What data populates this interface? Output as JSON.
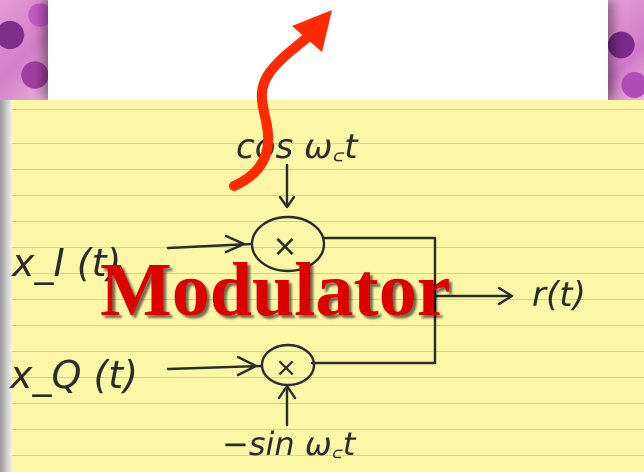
{
  "diagram": {
    "title": "Modulator",
    "carrier_top": "cos ω꜀t",
    "carrier_bottom": "−sin ω꜀t",
    "input_i": "x_I (t)",
    "input_q": "x_Q (t)",
    "output": "r(t)",
    "multiply_symbol": "×"
  },
  "colors": {
    "arrow": "#ff2a00",
    "title": "#dd0000",
    "paper": "#fbf7a6",
    "ink": "#2b2b2b"
  },
  "icons": [
    "red-curved-arrow-icon",
    "multiplier-icon"
  ]
}
